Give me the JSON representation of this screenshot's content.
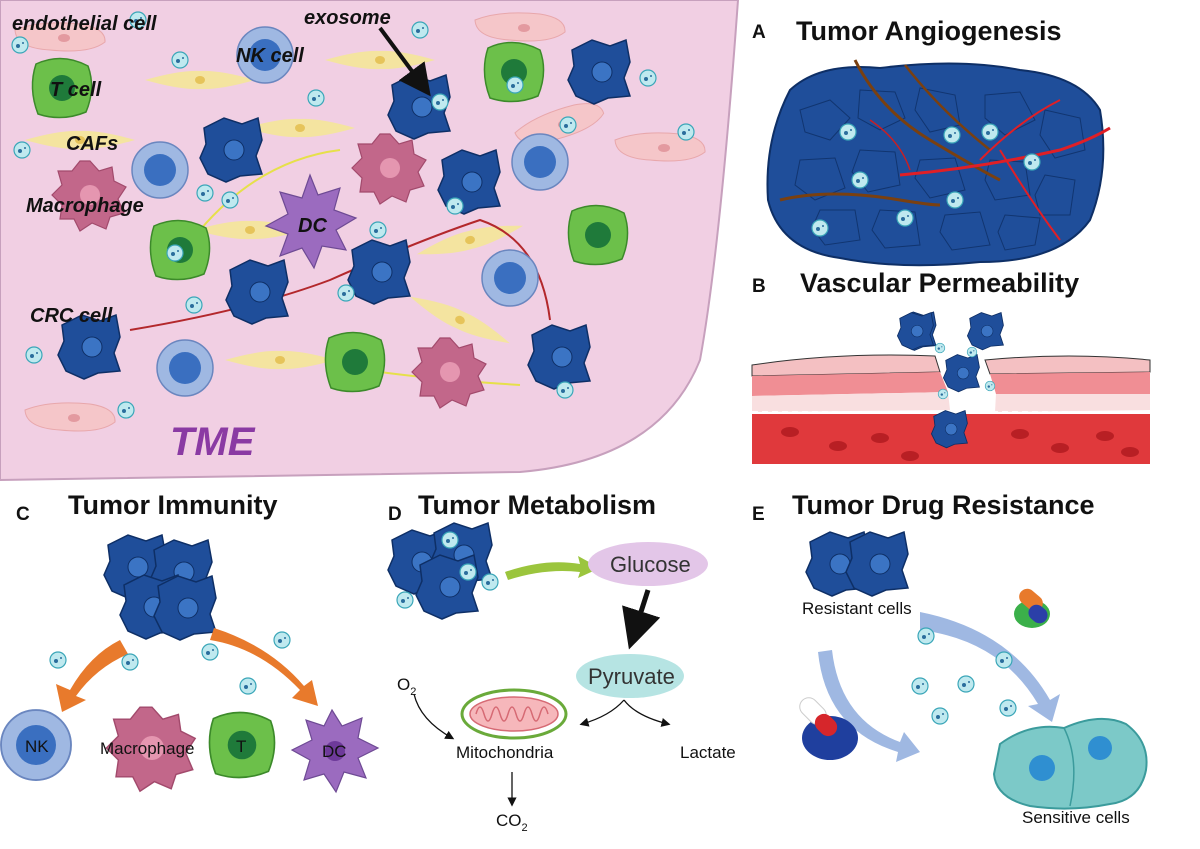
{
  "tme": {
    "label": "TME",
    "cell_labels": {
      "endothelial": "endothelial cell",
      "t_cell": "T cell",
      "nk_cell": "NK cell",
      "exosome": "exosome",
      "cafs": "CAFs",
      "macrophage": "Macrophage",
      "dc": "DC",
      "crc": "CRC cell"
    }
  },
  "panels": {
    "A": {
      "letter": "A",
      "title": "Tumor Angiogenesis"
    },
    "B": {
      "letter": "B",
      "title": "Vascular Permeability"
    },
    "C": {
      "letter": "C",
      "title": "Tumor Immunity",
      "targets": {
        "nk": "NK",
        "macrophage": "Macrophage",
        "t": "T",
        "dc": "DC"
      }
    },
    "D": {
      "letter": "D",
      "title": "Tumor Metabolism",
      "glucose": "Glucose",
      "pyruvate": "Pyruvate",
      "mitochondria": "Mitochondria",
      "lactate": "Lactate",
      "o2": "O",
      "o2_sub": "2",
      "co2": "CO",
      "co2_sub": "2"
    },
    "E": {
      "letter": "E",
      "title": "Tumor Drug Resistance",
      "resistant": "Resistant cells",
      "sensitive": "Sensitive cells"
    }
  },
  "colors": {
    "tme_bg": "#f1cfe3",
    "tumor_cell": "#1f4e9a",
    "exosome": "#a9e0e8",
    "t_cell": "#6cc04a",
    "macrophage": "#c2678a",
    "dc": "#9b6bbf",
    "caf": "#f4e4a0",
    "vessel": "#e0393c",
    "arrow_orange": "#e87a2c",
    "arrow_blue": "#9fb8e2",
    "arrow_green": "#9bc53d"
  }
}
